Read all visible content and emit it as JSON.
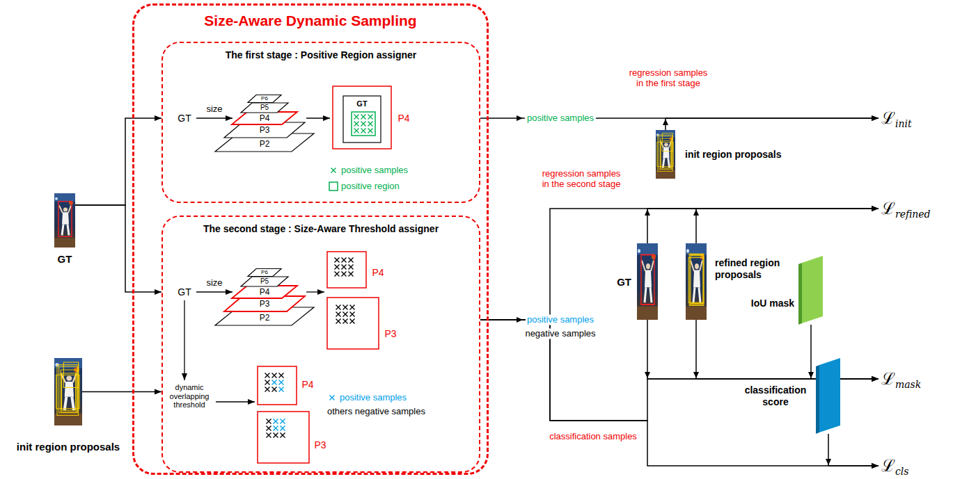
{
  "diagram": {
    "nodes": [
      {
        "text": [
          "Size-Aware Dynamic Sampling"
        ]
      },
      {
        "text": [
          "The first stage : Positive Region assigner"
        ],
        "in": 0
      },
      {
        "text": [
          "The second stage : Size-Aware Threshold assigner"
        ],
        "in": 0
      },
      {
        "text": [
          "GT"
        ]
      },
      {
        "text": [
          "init region proposals"
        ]
      },
      {
        "text": [
          "ℒ",
          "init"
        ]
      },
      {
        "text": [
          "init region proposals"
        ]
      },
      {
        "text": [
          "ℒ",
          "refined"
        ]
      },
      {
        "text": [
          "GT"
        ]
      },
      {
        "text": [
          "refined region proposals"
        ]
      },
      {
        "text": [
          "IoU mask"
        ]
      },
      {
        "text": [
          "ℒ",
          "mask"
        ]
      },
      {
        "text": [
          "classification score"
        ]
      },
      {
        "text": [
          "ℒ",
          "cls"
        ]
      }
    ],
    "edges": [
      {
        "from": 3,
        "to": 1,
        "arrow": "to"
      },
      {
        "from": 3,
        "to": 2,
        "arrow": "to"
      },
      {
        "from": 4,
        "to": 2,
        "arrow": "to"
      },
      {
        "from": 1,
        "to": 5,
        "label": "positive samples",
        "arrow": "to"
      },
      {
        "from": 6,
        "to": 5,
        "arrow": "to"
      },
      {
        "from": 2,
        "to": 7,
        "arrow": "to"
      },
      {
        "from": 8,
        "to": 7,
        "arrow": "to"
      },
      {
        "from": 9,
        "to": 7,
        "arrow": "to"
      },
      {
        "from": 2,
        "to": 11,
        "arrow": "to"
      },
      {
        "from": 8,
        "to": 11,
        "arrow": "to"
      },
      {
        "from": 9,
        "to": 11,
        "arrow": "to"
      },
      {
        "from": 10,
        "to": 11,
        "arrow": "to"
      },
      {
        "from": 2,
        "to": 13,
        "arrow": "to"
      },
      {
        "from": 12,
        "to": 13,
        "arrow": "to"
      }
    ],
    "labels": [
      "GT",
      "size",
      "P6",
      "P5",
      "P4",
      "P3",
      "P2",
      "GT",
      "P4",
      "GT",
      "size",
      "P6",
      "P5",
      "P4",
      "P3",
      "P2",
      "P4",
      "P3",
      "dynamic overlapping threshold",
      "P4",
      "P3",
      "regression samples in the first stage",
      "positive samples",
      "negative samples",
      "regression samples in the second stage",
      "classification samples"
    ],
    "legend": [
      {
        "text": "positive samples"
      },
      {
        "text": "positive region"
      },
      {
        "text": "positive samples"
      },
      {
        "text": "others negative samples"
      }
    ]
  }
}
